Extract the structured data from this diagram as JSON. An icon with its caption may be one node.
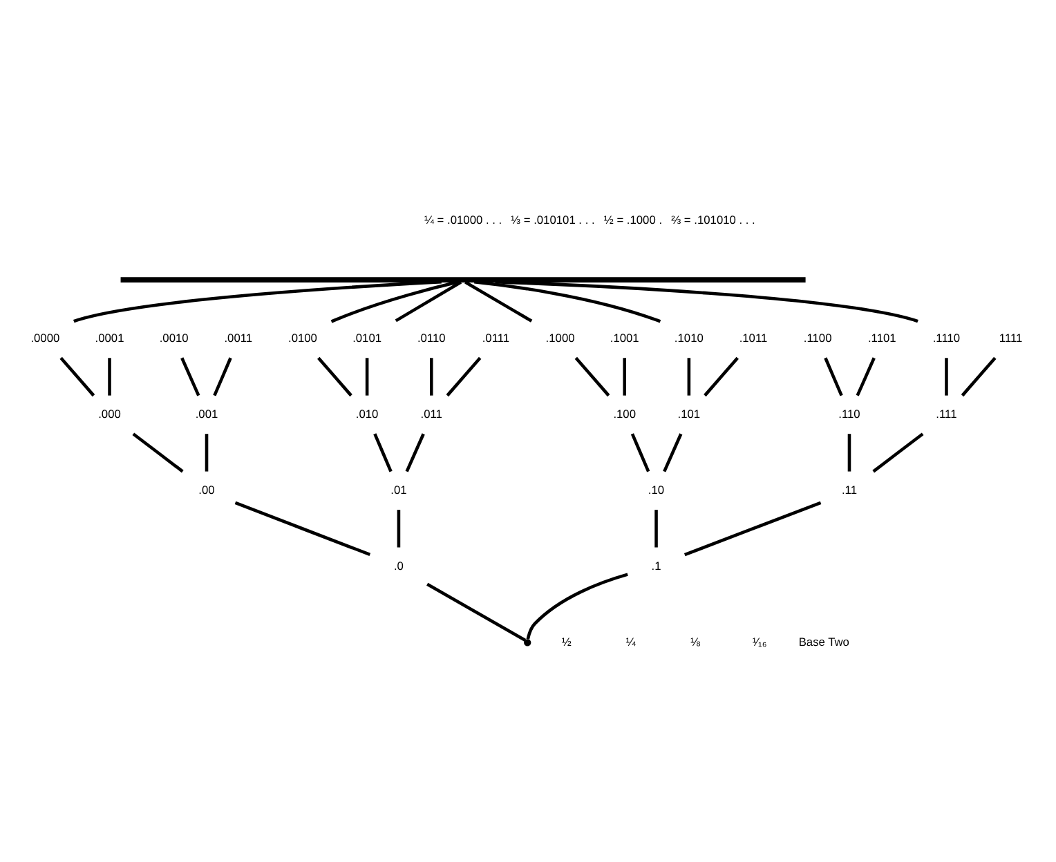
{
  "diagram": {
    "nodes": [
      {
        "text": [],
        "shape": "bar"
      },
      {
        "text": [
          ".0000"
        ]
      },
      {
        "text": [
          ".0001"
        ]
      },
      {
        "text": [
          ".0010"
        ]
      },
      {
        "text": [
          ".0011"
        ]
      },
      {
        "text": [
          ".0100"
        ]
      },
      {
        "text": [
          ".0101"
        ]
      },
      {
        "text": [
          ".0110"
        ]
      },
      {
        "text": [
          ".0111"
        ]
      },
      {
        "text": [
          ".1000"
        ]
      },
      {
        "text": [
          ".1001"
        ]
      },
      {
        "text": [
          ".1010"
        ]
      },
      {
        "text": [
          ".1011"
        ]
      },
      {
        "text": [
          ".1100"
        ]
      },
      {
        "text": [
          ".1101"
        ]
      },
      {
        "text": [
          ".1110"
        ]
      },
      {
        "text": [
          "1111"
        ]
      },
      {
        "text": [
          ".000"
        ]
      },
      {
        "text": [
          ".001"
        ]
      },
      {
        "text": [
          ".010"
        ]
      },
      {
        "text": [
          ".011"
        ]
      },
      {
        "text": [
          ".100"
        ]
      },
      {
        "text": [
          ".101"
        ]
      },
      {
        "text": [
          ".110"
        ]
      },
      {
        "text": [
          ".111"
        ]
      },
      {
        "text": [
          ".00"
        ]
      },
      {
        "text": [
          ".01"
        ]
      },
      {
        "text": [
          ".10"
        ]
      },
      {
        "text": [
          ".11"
        ]
      },
      {
        "text": [
          ".0"
        ]
      },
      {
        "text": [
          ".1"
        ]
      },
      {
        "text": [],
        "shape": "point"
      }
    ],
    "edges": [
      {
        "from": 31,
        "to": 29,
        "arrow": "none"
      },
      {
        "from": 31,
        "to": 30,
        "arrow": "none"
      },
      {
        "from": 29,
        "to": 25,
        "arrow": "none"
      },
      {
        "from": 29,
        "to": 26,
        "arrow": "none"
      },
      {
        "from": 30,
        "to": 27,
        "arrow": "none"
      },
      {
        "from": 30,
        "to": 28,
        "arrow": "none"
      },
      {
        "from": 25,
        "to": 17,
        "arrow": "none"
      },
      {
        "from": 25,
        "to": 18,
        "arrow": "none"
      },
      {
        "from": 26,
        "to": 19,
        "arrow": "none"
      },
      {
        "from": 26,
        "to": 20,
        "arrow": "none"
      },
      {
        "from": 27,
        "to": 21,
        "arrow": "none"
      },
      {
        "from": 27,
        "to": 22,
        "arrow": "none"
      },
      {
        "from": 28,
        "to": 23,
        "arrow": "none"
      },
      {
        "from": 28,
        "to": 24,
        "arrow": "none"
      },
      {
        "from": 17,
        "to": 1,
        "arrow": "none"
      },
      {
        "from": 17,
        "to": 2,
        "arrow": "none"
      },
      {
        "from": 18,
        "to": 3,
        "arrow": "none"
      },
      {
        "from": 18,
        "to": 4,
        "arrow": "none"
      },
      {
        "from": 19,
        "to": 5,
        "arrow": "none"
      },
      {
        "from": 19,
        "to": 6,
        "arrow": "none"
      },
      {
        "from": 20,
        "to": 7,
        "arrow": "none"
      },
      {
        "from": 20,
        "to": 8,
        "arrow": "none"
      },
      {
        "from": 21,
        "to": 9,
        "arrow": "none"
      },
      {
        "from": 21,
        "to": 10,
        "arrow": "none"
      },
      {
        "from": 22,
        "to": 11,
        "arrow": "none"
      },
      {
        "from": 22,
        "to": 12,
        "arrow": "none"
      },
      {
        "from": 23,
        "to": 13,
        "arrow": "none"
      },
      {
        "from": 23,
        "to": 14,
        "arrow": "none"
      },
      {
        "from": 24,
        "to": 15,
        "arrow": "none"
      },
      {
        "from": 24,
        "to": 16,
        "arrow": "none"
      },
      {
        "from": 1,
        "to": 0,
        "arrow": "none"
      },
      {
        "from": 5,
        "to": 0,
        "arrow": "none"
      },
      {
        "from": 6,
        "to": 0,
        "arrow": "none"
      },
      {
        "from": 9,
        "to": 0,
        "arrow": "none"
      },
      {
        "from": 11,
        "to": 0,
        "arrow": "none"
      },
      {
        "from": 15,
        "to": 0,
        "arrow": "none"
      }
    ],
    "labels": [
      "¼ = .01000 . . .",
      "⅓ = .010101 . . .",
      "½ = .1000 .",
      "⅔ = .101010 . . .",
      "½",
      "¼",
      "⅛",
      "¹⁄₁₆",
      "Base Two"
    ]
  }
}
